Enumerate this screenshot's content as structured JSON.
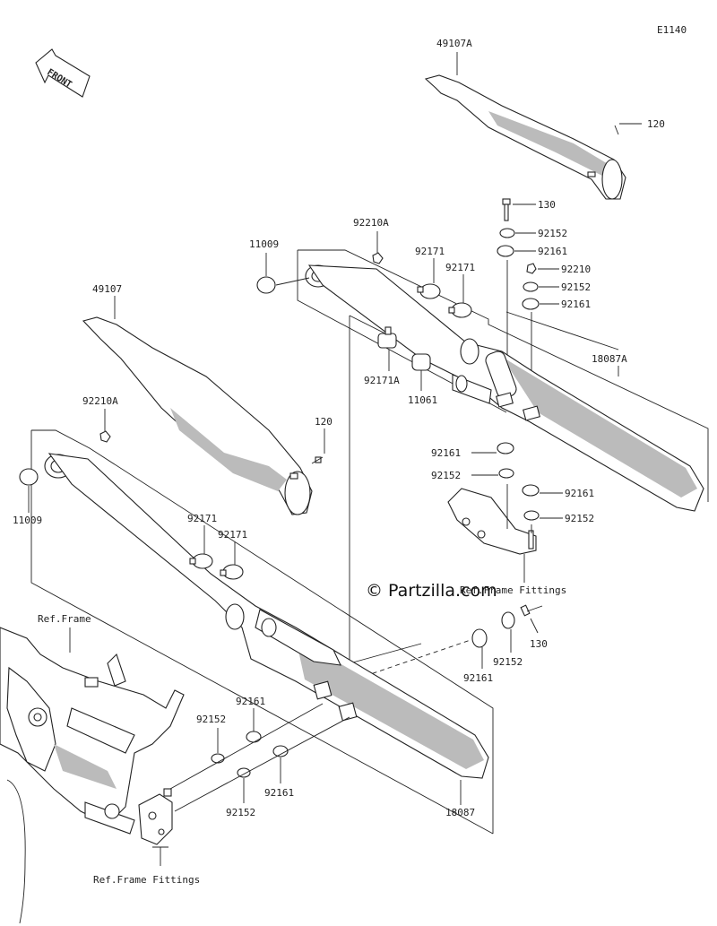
{
  "diagram_code": "E1140",
  "front_label": "FRONT",
  "copyright": "© Partzilla.com",
  "labels": {
    "p49107A": "49107A",
    "p120_top": "120",
    "p130_top": "130",
    "p92152_a": "92152",
    "p92161_a": "92161",
    "p92210": "92210",
    "p92152_b": "92152",
    "p92161_b": "92161",
    "p92210A_top": "92210A",
    "p11009_top": "11009",
    "p92171_a": "92171",
    "p92171_b": "92171",
    "p18087A": "18087A",
    "p92171A": "92171A",
    "p11061": "11061",
    "p49107": "49107",
    "p92161_c": "92161",
    "p92152_c": "92152",
    "p92161_d": "92161",
    "p92152_d": "92152",
    "p92210A_left": "92210A",
    "p120_mid": "120",
    "p11009_left": "11009",
    "p92171_c": "92171",
    "p92171_d": "92171",
    "ref_frame_fittings_right": "Ref.Frame Fittings",
    "ref_frame": "Ref.Frame",
    "p130_mid": "130",
    "p92152_e": "92152",
    "p92161_e": "92161",
    "p92161_f": "92161",
    "p92152_f": "92152",
    "p92161_g": "92161",
    "p92152_g": "92152",
    "p18087": "18087",
    "ref_frame_fittings_left": "Ref.Frame Fittings"
  }
}
